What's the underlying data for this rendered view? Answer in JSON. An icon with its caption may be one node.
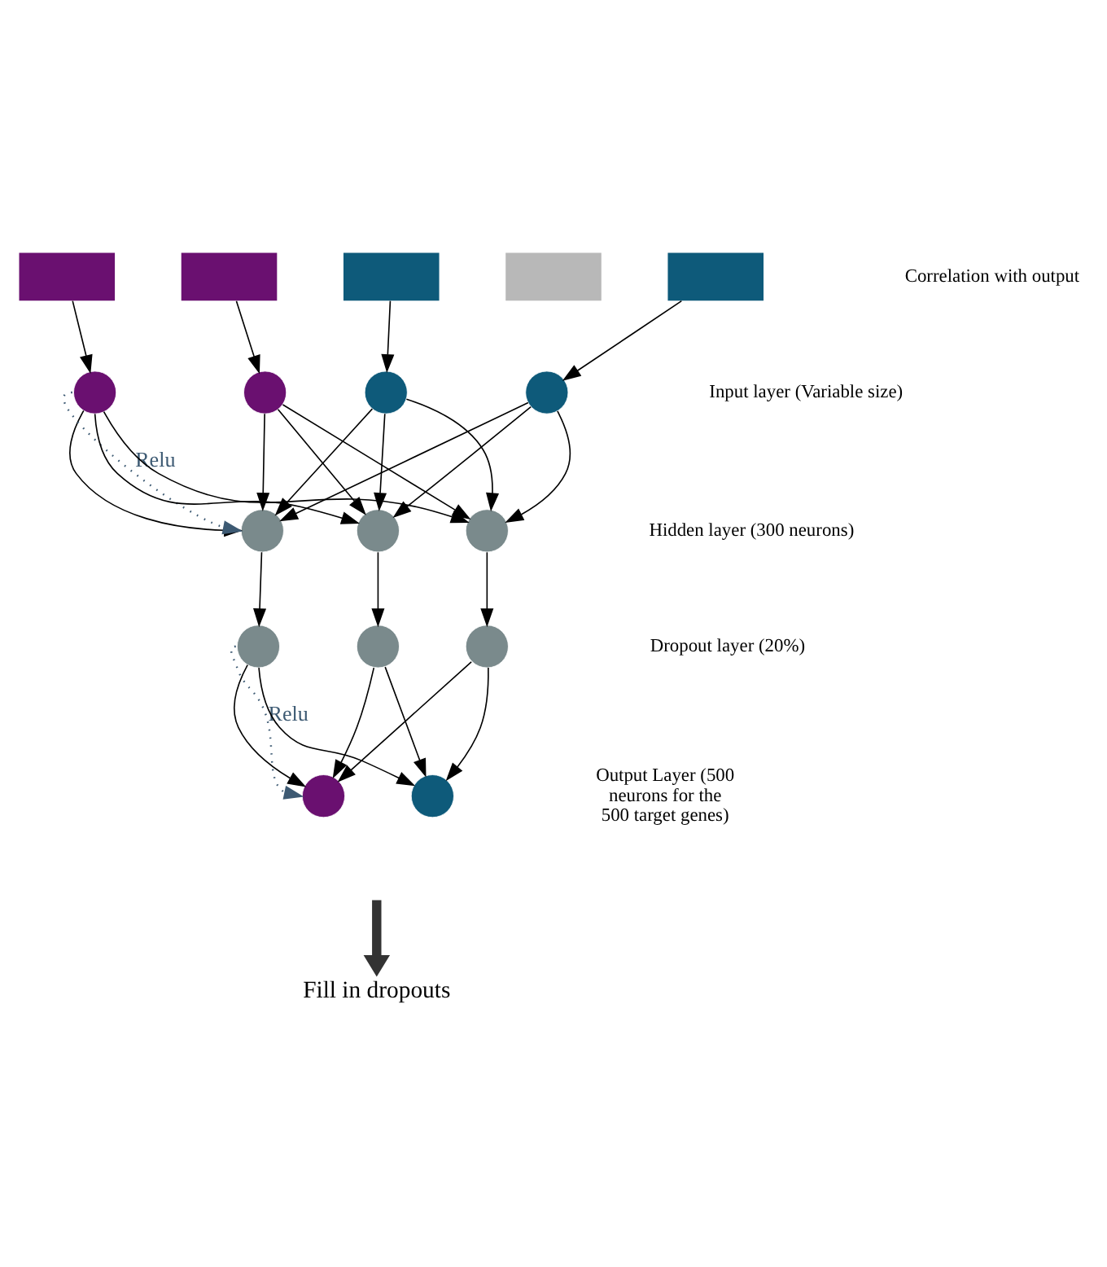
{
  "diagram": {
    "nodes": [
      {
        "text": [],
        "shape": "box"
      },
      {
        "text": [],
        "shape": "box"
      },
      {
        "text": [],
        "shape": "box"
      },
      {
        "text": [],
        "shape": "box"
      },
      {
        "text": [],
        "shape": "box"
      },
      {
        "text": [],
        "shape": "circle"
      },
      {
        "text": [],
        "shape": "circle"
      },
      {
        "text": [],
        "shape": "circle"
      },
      {
        "text": [],
        "shape": "circle"
      },
      {
        "text": [],
        "shape": "circle"
      },
      {
        "text": [],
        "shape": "circle"
      },
      {
        "text": [],
        "shape": "circle"
      },
      {
        "text": [],
        "shape": "circle"
      },
      {
        "text": [],
        "shape": "circle"
      },
      {
        "text": [],
        "shape": "circle"
      },
      {
        "text": [],
        "shape": "circle"
      },
      {
        "text": [],
        "shape": "circle"
      },
      {
        "text": [
          "Fill in dropouts"
        ]
      }
    ],
    "edges": [
      {
        "from": 0,
        "to": 5,
        "arrow": "to"
      },
      {
        "from": 1,
        "to": 6,
        "arrow": "to"
      },
      {
        "from": 2,
        "to": 7,
        "arrow": "to"
      },
      {
        "from": 4,
        "to": 8,
        "arrow": "to"
      },
      {
        "from": 5,
        "to": 9,
        "arrow": "to"
      },
      {
        "from": 5,
        "to": 10,
        "arrow": "to"
      },
      {
        "from": 5,
        "to": 11,
        "arrow": "to"
      },
      {
        "from": 6,
        "to": 9,
        "arrow": "to"
      },
      {
        "from": 6,
        "to": 10,
        "arrow": "to"
      },
      {
        "from": 6,
        "to": 11,
        "arrow": "to"
      },
      {
        "from": 7,
        "to": 9,
        "arrow": "to"
      },
      {
        "from": 7,
        "to": 10,
        "arrow": "to"
      },
      {
        "from": 7,
        "to": 11,
        "arrow": "to"
      },
      {
        "from": 8,
        "to": 9,
        "arrow": "to"
      },
      {
        "from": 8,
        "to": 10,
        "arrow": "to"
      },
      {
        "from": 8,
        "to": 11,
        "arrow": "to"
      },
      {
        "from": 5,
        "to": 9,
        "arrow": "to",
        "label": "Relu",
        "style": "dashed",
        "color": "#3d5a73"
      },
      {
        "from": 9,
        "to": 12,
        "arrow": "to"
      },
      {
        "from": 10,
        "to": 13,
        "arrow": "to"
      },
      {
        "from": 11,
        "to": 14,
        "arrow": "to"
      },
      {
        "from": 12,
        "to": 15,
        "arrow": "to"
      },
      {
        "from": 12,
        "to": 16,
        "arrow": "to"
      },
      {
        "from": 13,
        "to": 15,
        "arrow": "to"
      },
      {
        "from": 13,
        "to": 16,
        "arrow": "to"
      },
      {
        "from": 14,
        "to": 15,
        "arrow": "to"
      },
      {
        "from": 14,
        "to": 16,
        "arrow": "to"
      },
      {
        "from": 12,
        "to": 15,
        "arrow": "to",
        "label": "Relu",
        "style": "dashed",
        "color": "#3d5a73"
      },
      {
        "from": null,
        "to": 17,
        "arrow": "to",
        "style": "thick",
        "color": "#333333"
      }
    ],
    "labels": [
      "Correlation with output",
      "Input layer (Variable size)",
      "Hidden layer (300 neurons)",
      "Dropout layer (20%)",
      "Output Layer (500 neurons for the 500 target genes)"
    ]
  }
}
